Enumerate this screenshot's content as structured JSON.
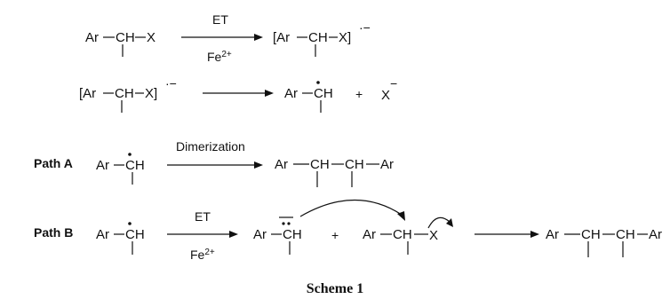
{
  "scheme": {
    "caption": "Scheme 1",
    "row1": {
      "reactant": {
        "ar": "Ar",
        "ch": "CH",
        "x": "X"
      },
      "arrow_top": "ET",
      "arrow_bottom_fe": "Fe",
      "arrow_bottom_sup": "2+",
      "product": {
        "open": "[Ar",
        "ch": "CH",
        "close": "X]",
        "charge": "·−"
      }
    },
    "row2": {
      "reactant": {
        "open": "[Ar",
        "ch": "CH",
        "close": "X]",
        "charge": "·−"
      },
      "product1": {
        "ar": "Ar",
        "ch": "CH"
      },
      "plus": "+",
      "product2": {
        "x": "X",
        "charge": "−"
      }
    },
    "pathA": {
      "label": "Path A",
      "reactant": {
        "ar": "Ar",
        "ch": "CH"
      },
      "arrow_top": "Dimerization",
      "product": {
        "ar1": "Ar",
        "ch1": "CH",
        "ch2": "CH",
        "ar2": "Ar"
      }
    },
    "pathB": {
      "label": "Path B",
      "reactant": {
        "ar": "Ar",
        "ch": "CH"
      },
      "arrow_top": "ET",
      "arrow_bottom_fe": "Fe",
      "arrow_bottom_sup": "2+",
      "intermediate": {
        "ar": "Ar",
        "ch": "CH"
      },
      "plus": "+",
      "substrate": {
        "ar": "Ar",
        "ch": "CH",
        "x": "X"
      },
      "product": {
        "ar1": "Ar",
        "ch1": "CH",
        "ch2": "CH",
        "ar2": "Ar"
      }
    }
  }
}
